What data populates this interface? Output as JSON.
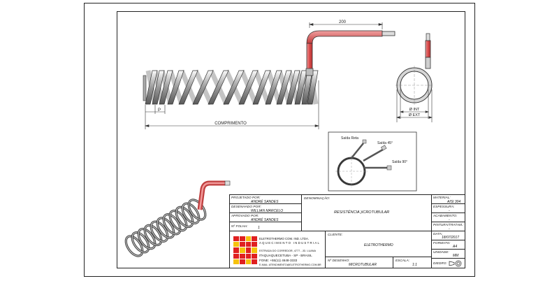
{
  "drawing": {
    "dim_length": "200",
    "dim_pitch": "P",
    "dim_comprimento": "COMPRIMENTO",
    "dim_int": "Ø INT",
    "dim_ext": "Ø EXT"
  },
  "detail": {
    "saida_reta": "Saída Reta",
    "saida_45": "Saída 45°",
    "saida_90": "Saída 90°"
  },
  "title_block": {
    "projetado_label": "PROJETADO POR:",
    "projetado_value": "ANDRÉ SANDES",
    "desenhado_label": "DESENHADO POR:",
    "desenhado_value": "WILLIAN MARCELO",
    "aprovado_label": "APROVADO POR:",
    "aprovado_value": "ANDRÉ SANDES",
    "folha_label": "Nº FOLHA:",
    "folha_value": "1",
    "denominacao_label": "DENOMINAÇÃO:",
    "denominacao_value": "RESISTÊNCIA )ICROTUBULAR",
    "material_label": "MATERIAL:",
    "material_value": "AISI 304",
    "espessura_label": "ESPESSURA:",
    "espessura_value": "-",
    "acabamento_label": "ACABAMENTO:",
    "acabamento_value": "-",
    "pintura_label": "PINTURA/TRATAM.:",
    "pintura_value": "-",
    "company_line1": "ELETROTHERMO COM. IND. LTDA.",
    "company_line2": "AQUECIMENTO INDUSTRIAL",
    "company_line3": "ESTRADA DO CORREDOR, 4777 - JD. LUANA",
    "company_line4": "ITAQUAQUECETUBA - SP - BRASIL",
    "company_line5": "FONE: +55(11) 4648-3333",
    "company_line6": "E-MAIL: ATENDIMENTO@ELETROTHERMO.COM.BR",
    "cliente_label": "CLIENTE:",
    "cliente_value": "ELETROTHERMO",
    "data_label": "DATA:",
    "data_value": "18/07/2017",
    "formato_label": "FORMATO:",
    "formato_value": "A4",
    "unidade_label": "UNIDADE:",
    "unidade_value": "MM",
    "desenho_label": "Nº DESENHO:",
    "desenho_value": "MICROTUBULAR",
    "escala_label": "ESCALA:",
    "escala_value": "1:1",
    "diedro_label": "DIEDRO:"
  },
  "colors": {
    "lead_red": "#e06a6a",
    "logo_red": "#e02020",
    "logo_yellow": "#f6c20c"
  }
}
